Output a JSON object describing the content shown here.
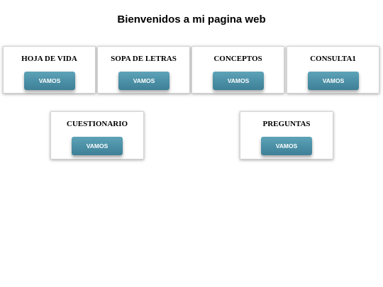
{
  "page": {
    "title": "Bienvenidos a mi pagina web"
  },
  "cards": [
    {
      "title": "HOJA DE VIDA",
      "button_label": "VAMOS"
    },
    {
      "title": "SOPA DE LETRAS",
      "button_label": "VAMOS"
    },
    {
      "title": "CONCEPTOS",
      "button_label": "VAMOS"
    },
    {
      "title": "CONSULTA1",
      "button_label": "VAMOS"
    },
    {
      "title": "CUESTIONARIO",
      "button_label": "VAMOS"
    },
    {
      "title": "PREGUNTAS",
      "button_label": "VAMOS"
    }
  ],
  "colors": {
    "button": "#4a8fa5",
    "button_text": "#ffffff",
    "background": "#ffffff"
  }
}
